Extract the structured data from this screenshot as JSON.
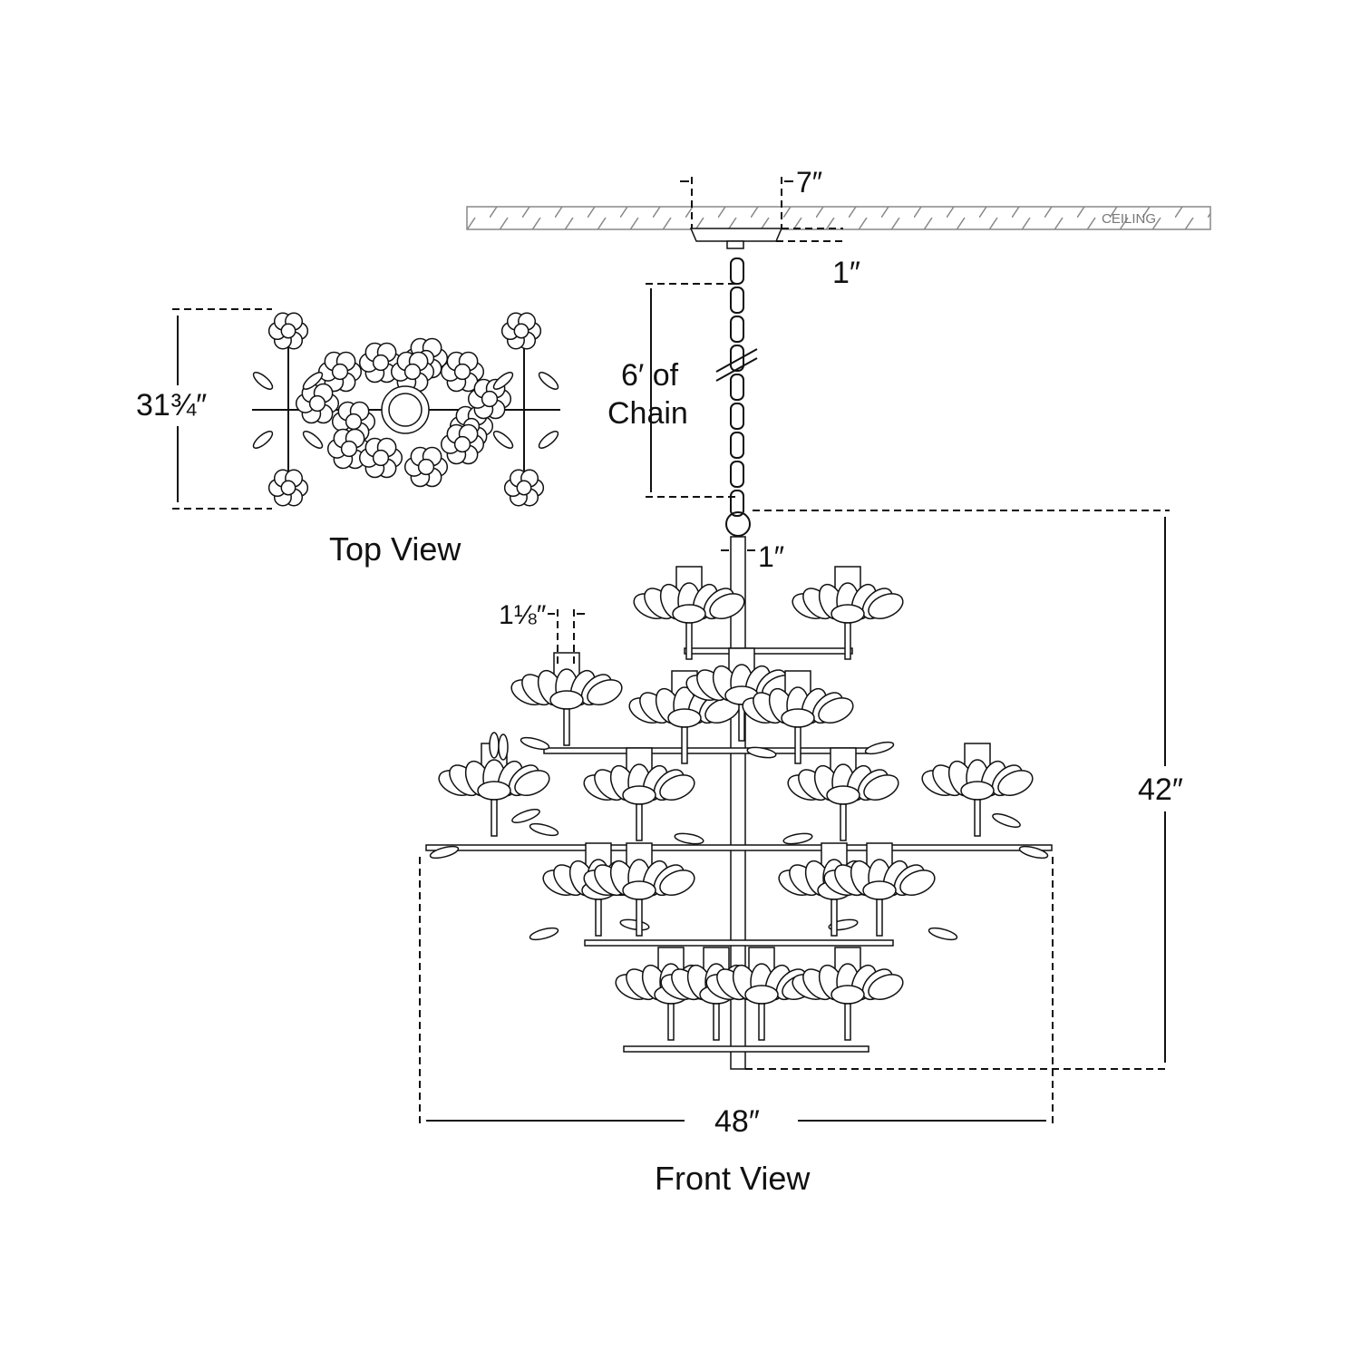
{
  "ceiling": {
    "label": "CEILING"
  },
  "dimensions": {
    "canopy_width": "7″",
    "canopy_height": "1″",
    "chain_length_line1": "6′ of",
    "chain_length_line2": "Chain",
    "rod_diameter": "1″",
    "socket_width": "1⅛″",
    "overall_height": "42″",
    "overall_width": "48″",
    "top_view_depth": "31¾″"
  },
  "views": {
    "top": "Top View",
    "front": "Front View"
  },
  "colors": {
    "line": "#111111",
    "hatch": "#888888",
    "background": "#ffffff"
  }
}
